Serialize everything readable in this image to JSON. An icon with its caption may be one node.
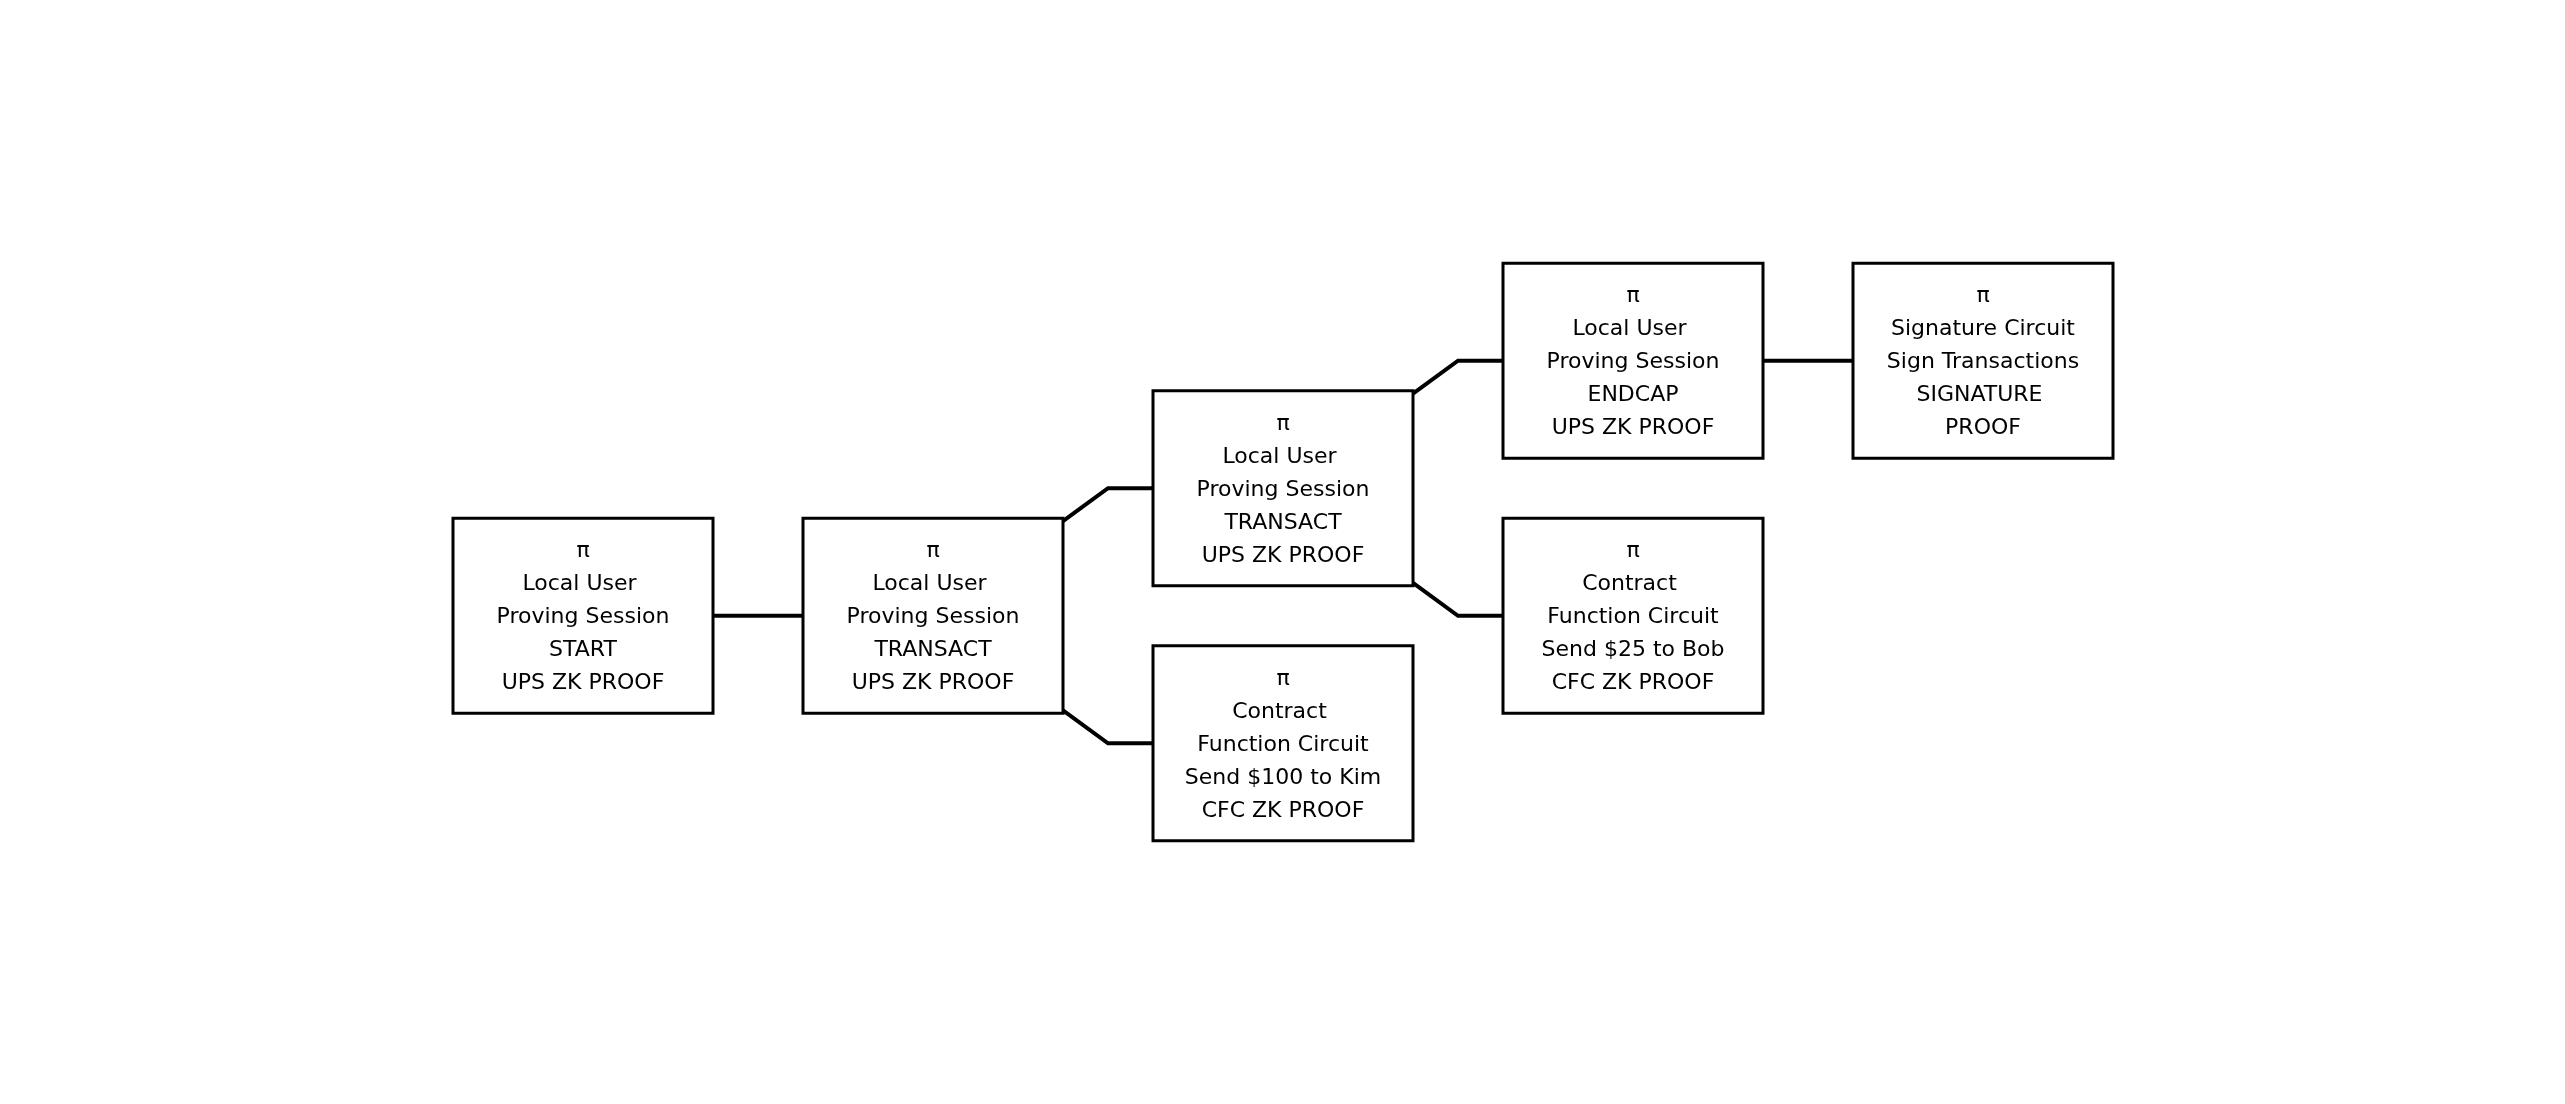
{
  "diagram": {
    "nodes": [
      {
        "text": [
          "π",
          "Local User Proving Session",
          "START",
          "UPS ZK PROOF"
        ]
      },
      {
        "text": [
          "π",
          "Local User Proving Session",
          "TRANSACT",
          "UPS ZK PROOF"
        ]
      },
      {
        "text": [
          "π",
          "Local User Proving Session",
          "TRANSACT",
          "UPS ZK PROOF"
        ]
      },
      {
        "text": [
          "π",
          "Local User Proving Session",
          "ENDCAP",
          "UPS ZK PROOF"
        ]
      },
      {
        "text": [
          "π",
          "Contract Function Circuit",
          "Send $100 to Kim",
          "CFC ZK PROOF"
        ]
      },
      {
        "text": [
          "π",
          "Contract Function Circuit",
          "Send $25 to Bob",
          "CFC ZK PROOF"
        ]
      },
      {
        "text": [
          "π",
          "Signature Circuit",
          "Sign Transactions",
          "SIGNATURE PROOF"
        ]
      }
    ],
    "edges": [
      {
        "from": 0,
        "to": 1,
        "arrow": "none"
      },
      {
        "from": 1,
        "to": 2,
        "arrow": "none"
      },
      {
        "from": 2,
        "to": 3,
        "arrow": "none"
      },
      {
        "from": 1,
        "to": 4,
        "arrow": "none"
      },
      {
        "from": 2,
        "to": 5,
        "arrow": "none"
      },
      {
        "from": 3,
        "to": 6,
        "arrow": "none"
      }
    ]
  }
}
